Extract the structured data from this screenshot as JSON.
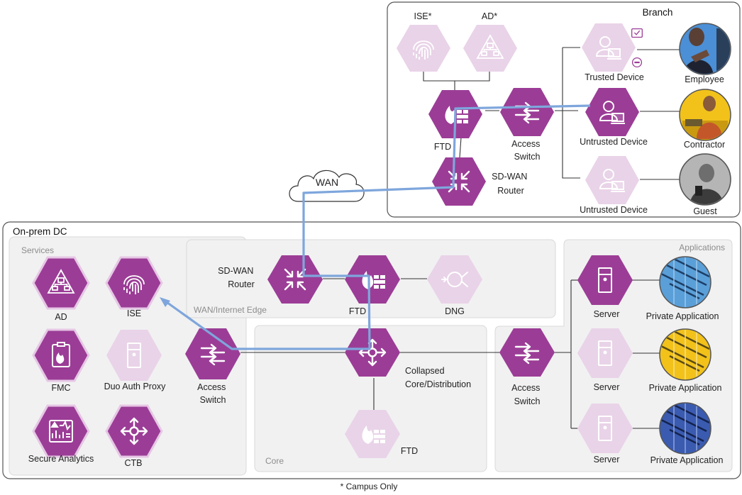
{
  "colors": {
    "hex_dark": "#9b3d96",
    "hex_light": "#e9d3e8",
    "path_blue": "#7ea6dc",
    "zone_fill": "#f1f1f1",
    "frame": "#555555"
  },
  "branch": {
    "title": "Branch",
    "ise": "ISE*",
    "ad": "AD*",
    "ftd": "FTD",
    "access_switch": [
      "Access",
      "Switch"
    ],
    "sdwan_router": [
      "SD-WAN",
      "Router"
    ],
    "trusted_device": "Trusted Device",
    "untrusted_device_1": "Untrusted Device",
    "untrusted_device_2": "Untrusted Device",
    "employee": "Employee",
    "contractor": "Contractor",
    "guest": "Guest"
  },
  "wan": {
    "label": "WAN"
  },
  "dc": {
    "title": "On-prem DC",
    "services_zone": "Services",
    "wan_edge_zone": "WAN/Internet Edge",
    "core_zone": "Core",
    "applications_zone": "Applications",
    "ad": "AD",
    "ise": "ISE",
    "fmc": "FMC",
    "duo": "Duo Auth Proxy",
    "secure_analytics": "Secure Analytics",
    "ctb": "CTB",
    "access_switch_left": [
      "Access",
      "Switch"
    ],
    "sdwan_router": [
      "SD-WAN",
      "Router"
    ],
    "ftd": "FTD",
    "dng": "DNG",
    "collapsed_core": [
      "Collapsed",
      "Core/Distribution"
    ],
    "ftd_core": "FTD",
    "access_switch_right": [
      "Access",
      "Switch"
    ],
    "server_1": "Server",
    "server_2": "Server",
    "server_3": "Server",
    "private_app_1": "Private Application",
    "private_app_2": "Private Application",
    "private_app_3": "Private Application"
  },
  "footnote": "* Campus Only",
  "icons": [
    "fingerprint-icon",
    "org-chart-icon",
    "firewall-icon",
    "switch-arrows-icon",
    "router-arrows-icon",
    "user-laptop-icon",
    "shield-badge-icon",
    "server-tower-icon",
    "clipboard-flame-icon",
    "analytics-icon",
    "hub-arrows-icon",
    "network-compass-icon",
    "cloud-icon",
    "person-photo-icon",
    "application-photo-icon"
  ]
}
